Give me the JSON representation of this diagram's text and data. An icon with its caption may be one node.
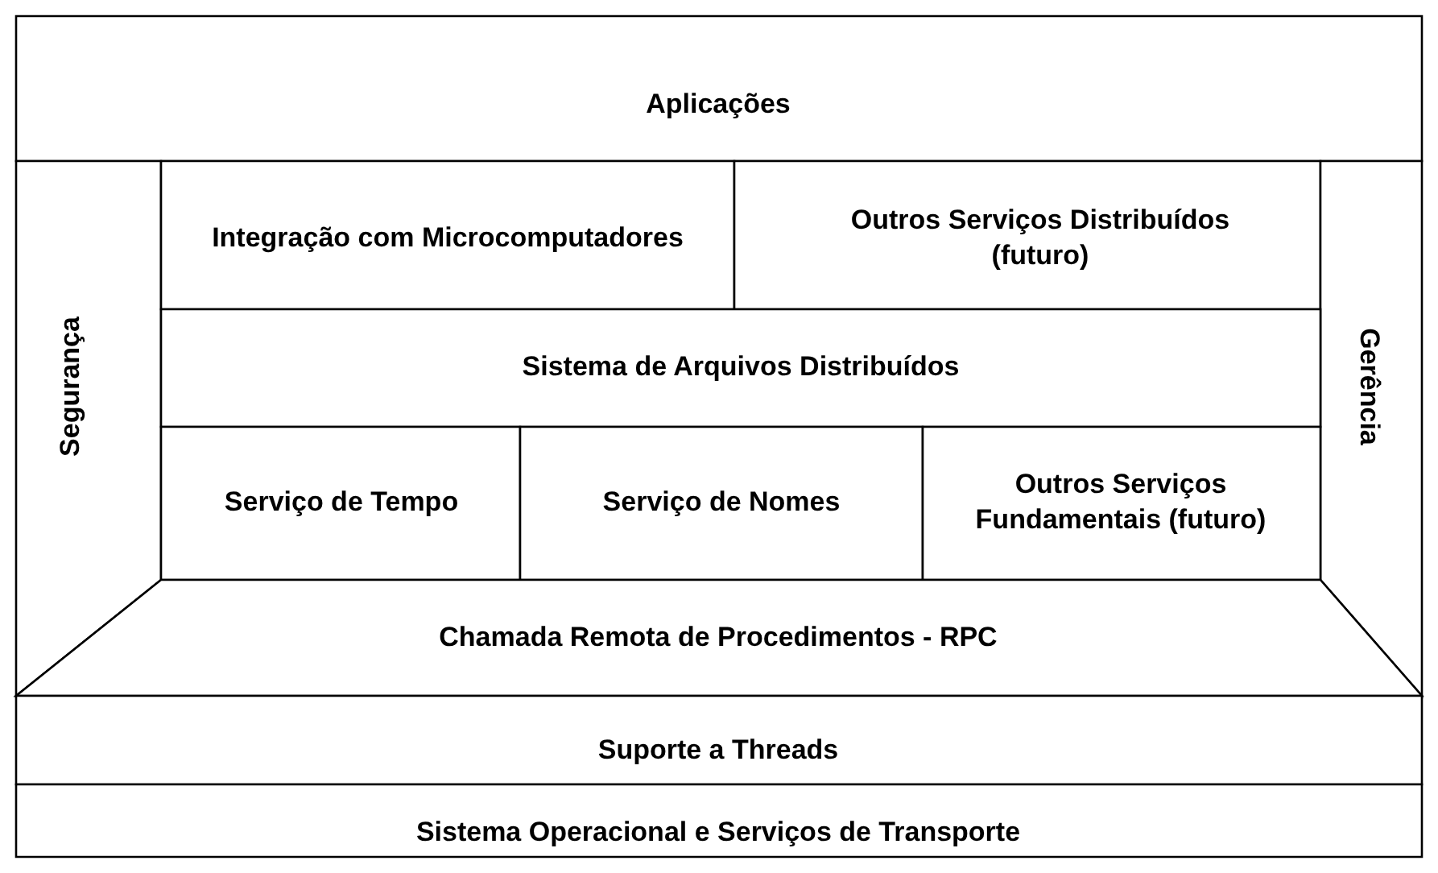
{
  "diagram": {
    "nodes": [
      {
        "text": [
          "Aplicações"
        ]
      },
      {
        "text": [
          "Segurança"
        ]
      },
      {
        "text": [
          "Integração com Microcomputadores"
        ]
      },
      {
        "text": [
          "Outros Serviços Distribuídos (futuro)"
        ]
      },
      {
        "text": [
          "Gerência"
        ]
      },
      {
        "text": [
          "Sistema de Arquivos Distribuídos"
        ]
      },
      {
        "text": [
          "Serviço de Tempo"
        ]
      },
      {
        "text": [
          "Serviço de Nomes"
        ]
      },
      {
        "text": [
          "Outros Serviços Fundamentais (futuro)"
        ]
      },
      {
        "text": [
          "Chamada Remota de Procedimentos - RPC"
        ]
      },
      {
        "text": [
          "Suporte a Threads"
        ]
      },
      {
        "text": [
          "Sistema Operacional e Serviços de Transporte"
        ]
      }
    ]
  }
}
